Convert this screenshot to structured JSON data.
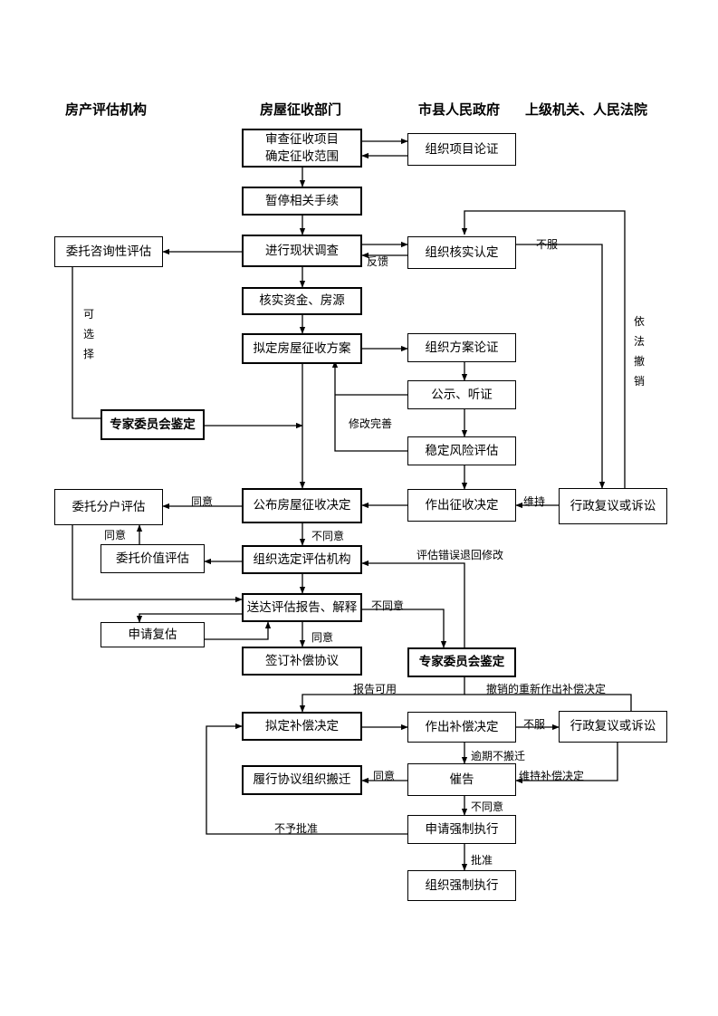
{
  "columns": {
    "appraisal_agency": "房产评估机构",
    "housing_dept": "房屋征收部门",
    "city_gov": "市县人民政府",
    "superior_court": "上级机关、人民法院"
  },
  "boxes": {
    "review_scope": "审查征收项目\n确定征收范围",
    "org_project_demo": "组织项目论证",
    "suspend_procedures": "暂停相关手续",
    "entrust_consult_eval": "委托咨询性评估",
    "status_survey": "进行现状调查",
    "org_verify": "组织核实认定",
    "verify_funds": "核实资金、房源",
    "draft_plan": "拟定房屋征收方案",
    "org_plan_demo": "组织方案论证",
    "publicity_hearing": "公示、听证",
    "expert_committee_1": "专家委员会鉴定",
    "risk_assessment": "稳定风险评估",
    "entrust_household_eval": "委托分户评估",
    "publish_decision": "公布房屋征收决定",
    "make_decision": "作出征收决定",
    "admin_review_1": "行政复议或诉讼",
    "entrust_value_eval": "委托价值评估",
    "select_agency": "组织选定评估机构",
    "deliver_report": "送达评估报告、解释",
    "apply_reeval": "申请复估",
    "sign_agreement": "签订补偿协议",
    "expert_committee_2": "专家委员会鉴定",
    "draft_compensation": "拟定补偿决定",
    "make_compensation": "作出补偿决定",
    "admin_review_2": "行政复议或诉讼",
    "fulfill_relocation": "履行协议组织搬迁",
    "urge": "催告",
    "apply_enforcement": "申请强制执行",
    "org_enforcement": "组织强制执行"
  },
  "edge_labels": {
    "feedback": "反馈",
    "disagree_1": "不服",
    "revoke_by_law": "依法撤销",
    "optional": "可选择",
    "revise_improve": "修改完善",
    "agree_1": "同意",
    "uphold": "维持",
    "agree_2": "同意",
    "disagree_2": "不同意",
    "appraisal_error": "评估错误退回修改",
    "disagree_3": "不同意",
    "agree_3": "同意",
    "report_usable": "报告可用",
    "revoke_redo": "撤销的重新作出补偿决定",
    "dissatisfied_2": "不服",
    "overdue": "逾期不搬迁",
    "agree_4": "同意",
    "uphold_compensation": "维持补偿决定",
    "disagree_4": "不同意",
    "not_approved": "不予批准",
    "approved": "批准"
  }
}
